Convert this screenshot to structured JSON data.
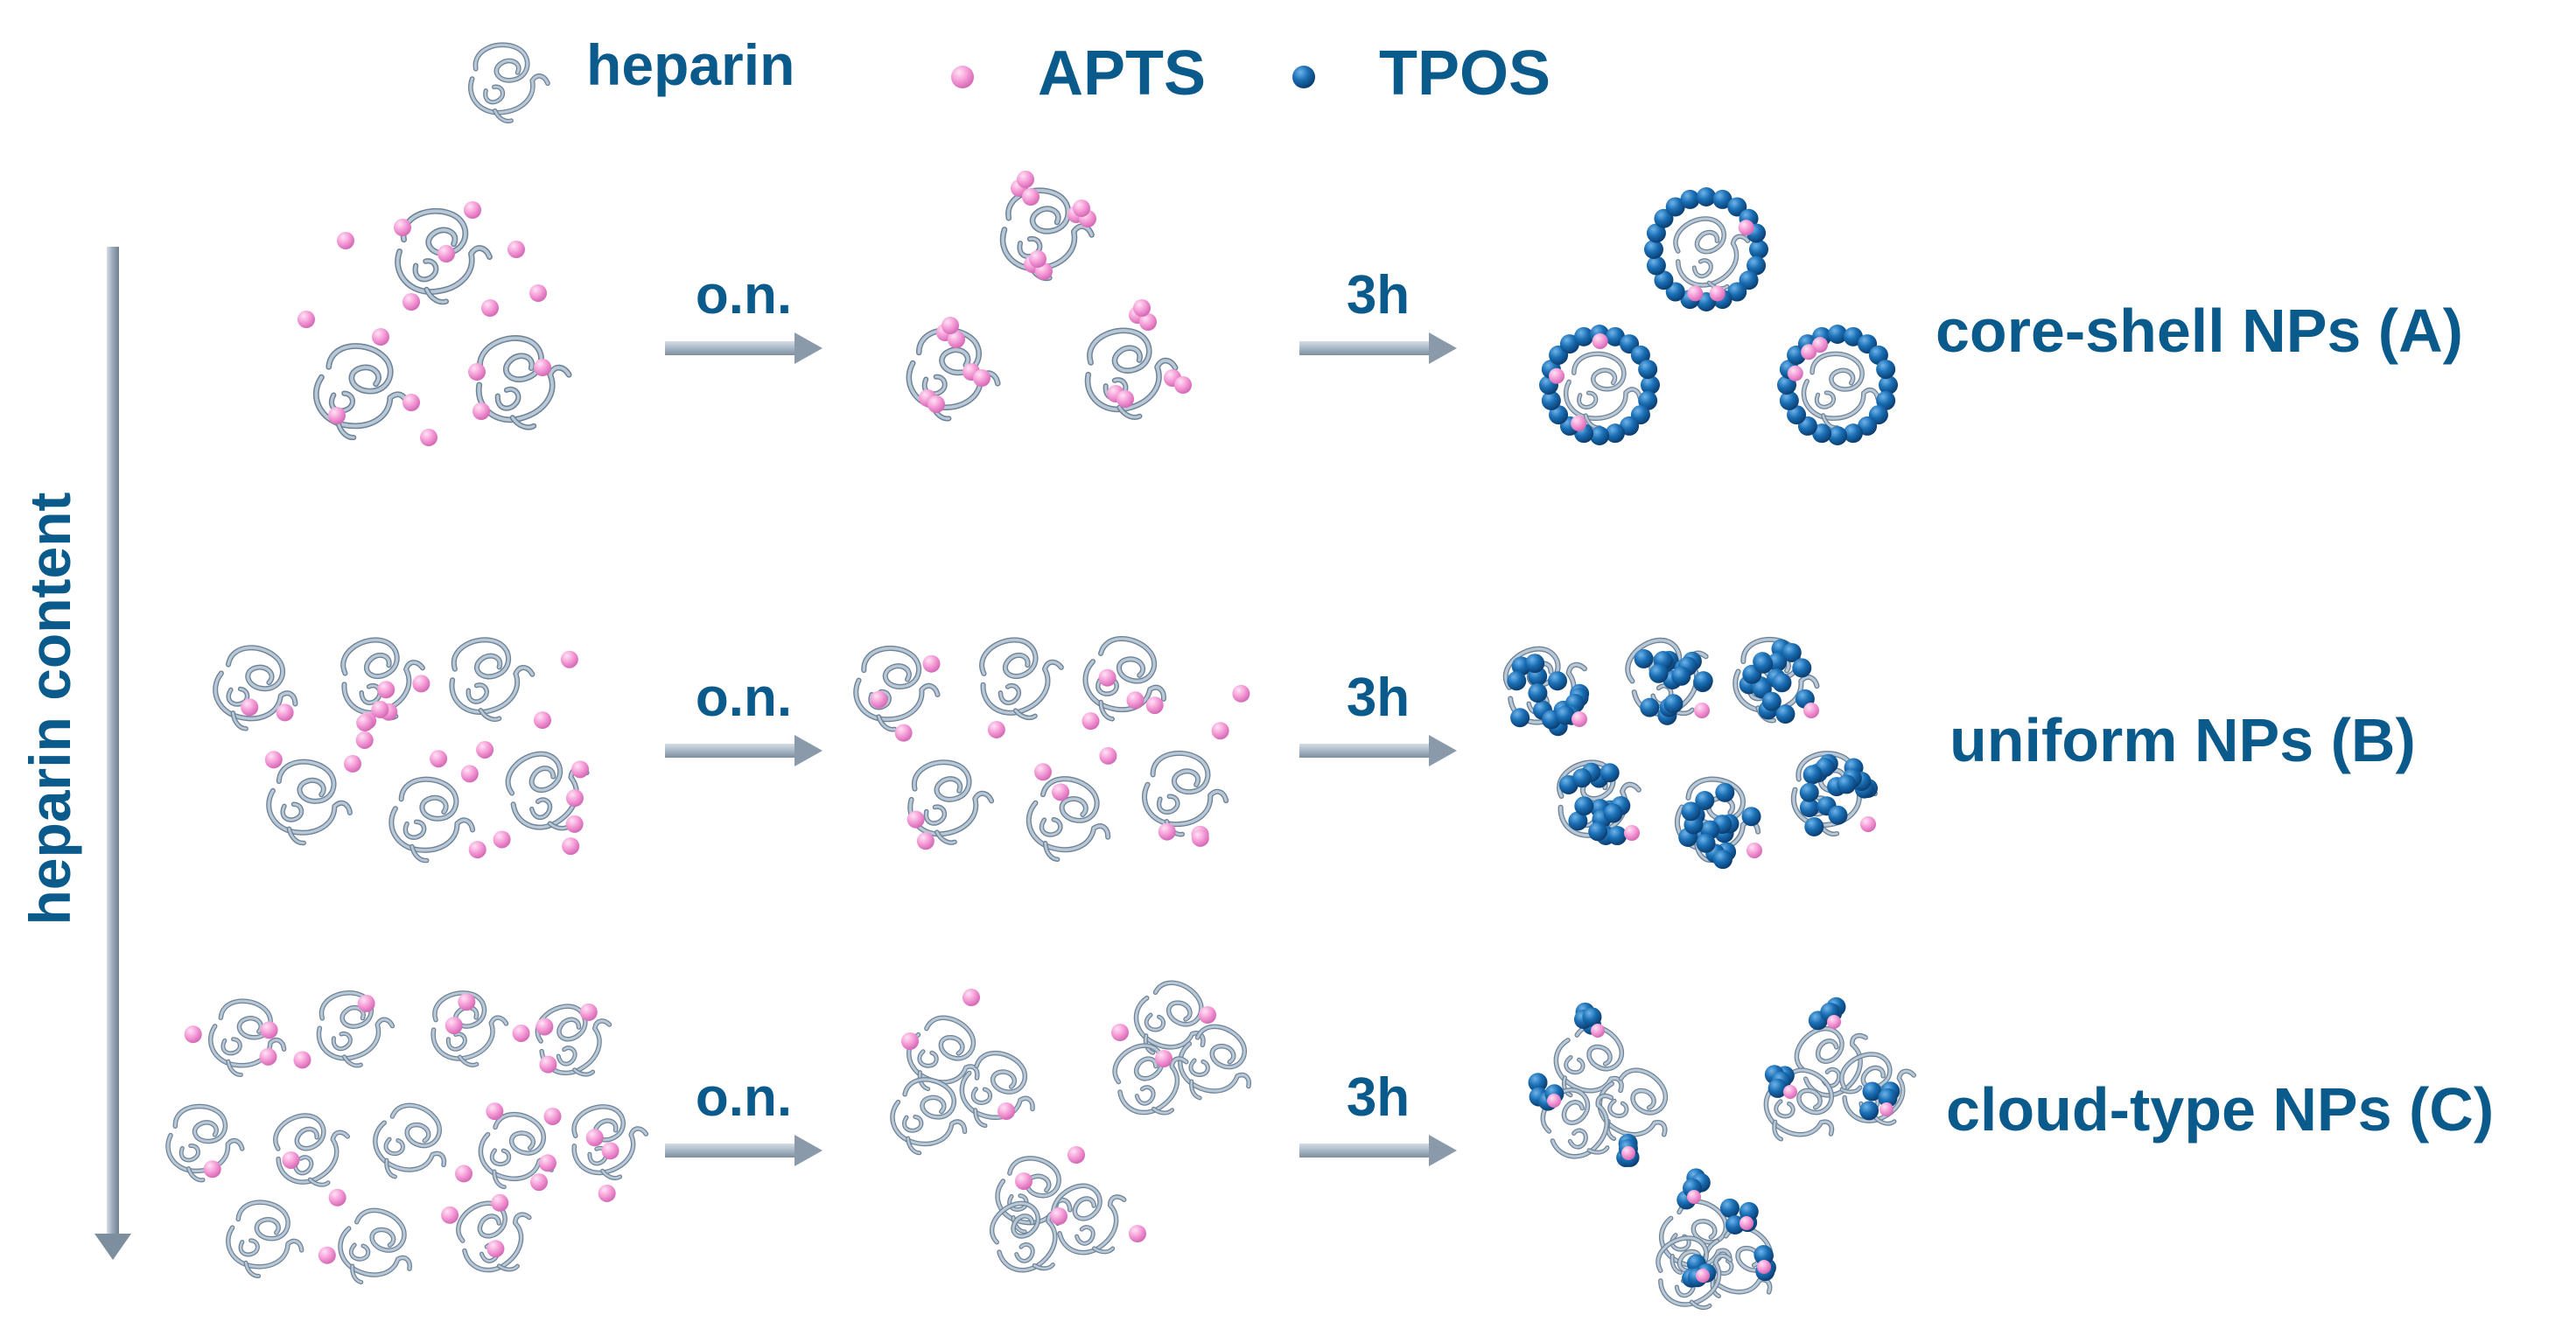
{
  "legend": {
    "heparin_label": "heparin",
    "apts_label": "APTS",
    "tpos_label": "TPOS"
  },
  "axis": {
    "label": "heparin content",
    "icon": "down-arrow-icon"
  },
  "steps": {
    "step1_label": "o.n.",
    "step2_label": "3h"
  },
  "rows": [
    {
      "result_label": "core-shell NPs (A)"
    },
    {
      "result_label": "uniform NPs (B)"
    },
    {
      "result_label": "cloud-type NPs (C)"
    }
  ],
  "colors": {
    "text": "#0b5a8c",
    "heparin_strand": "#9fb3c4",
    "apts_bead": "#f59ad6",
    "tpos_bead": "#1565a8",
    "arrow": "#a9b8c6"
  }
}
